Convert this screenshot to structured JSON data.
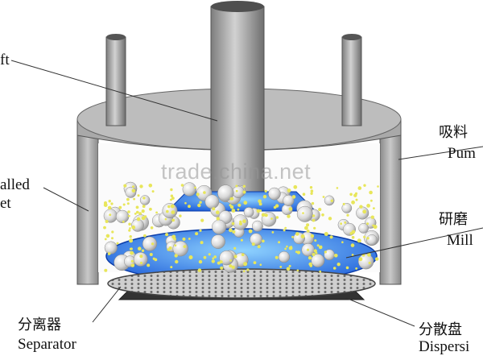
{
  "labels": {
    "shaft_en": "ft",
    "jacket_en_1": "alled",
    "jacket_en_2": "et",
    "pump_zh": "吸料",
    "pump_en": "Pum",
    "mill_zh": "研磨",
    "mill_en": "Mill",
    "separator_zh": "分离器",
    "separator_en": "Separator",
    "disperser_zh": "分散盘",
    "disperser_en": "Dispersi"
  },
  "watermark": "trade.china.net",
  "colors": {
    "vessel_gray": "#9a9a9a",
    "rotor_blue": "#1f6fe0",
    "beads": "#e6e6e6",
    "particles": "#e8e65a"
  }
}
